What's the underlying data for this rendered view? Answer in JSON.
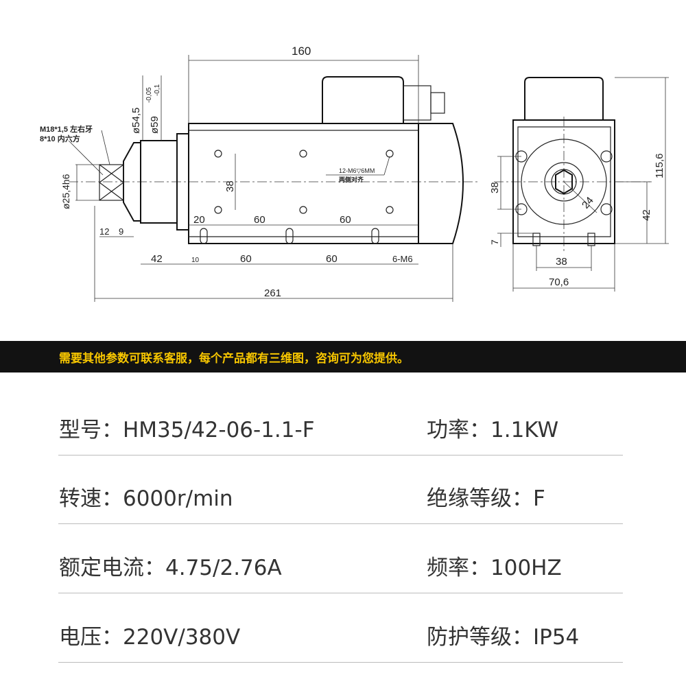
{
  "drawing": {
    "dims": {
      "d160": "160",
      "d261": "261",
      "d42": "42",
      "d10": "10",
      "d60a": "60",
      "d60b": "60",
      "d20": "20",
      "d60c": "60",
      "d60d": "60",
      "d38": "38",
      "d12": "12",
      "d9": "9",
      "phi545": "ø54,5",
      "phi59": "ø59",
      "tol_upper": "-0,05",
      "tol_lower": "-0,1",
      "phi254": "ø25,4h6",
      "m6": "6-M6",
      "holes": "12-M6▽6MM",
      "holes_note": "两侧对齐",
      "thread": "M18*1,5 左右牙",
      "hex": "8*10 内六方",
      "side38": "38",
      "side1156": "115,6",
      "side42": "42",
      "side7": "7",
      "side38b": "38",
      "side706": "70,6",
      "side24": "24"
    }
  },
  "banner": "需要其他参数可联系客服，每个产品都有三维图，咨询可为您提供。",
  "specs": [
    {
      "left": "型号：HM35/42-06-1.1-F",
      "right": "功率：1.1KW"
    },
    {
      "left": "转速：6000r/min",
      "right": "绝缘等级：F"
    },
    {
      "left": "额定电流：4.75/2.76A",
      "right": "频率：100HZ"
    },
    {
      "left": "电压：220V/380V",
      "right": "防护等级：IP54"
    }
  ]
}
